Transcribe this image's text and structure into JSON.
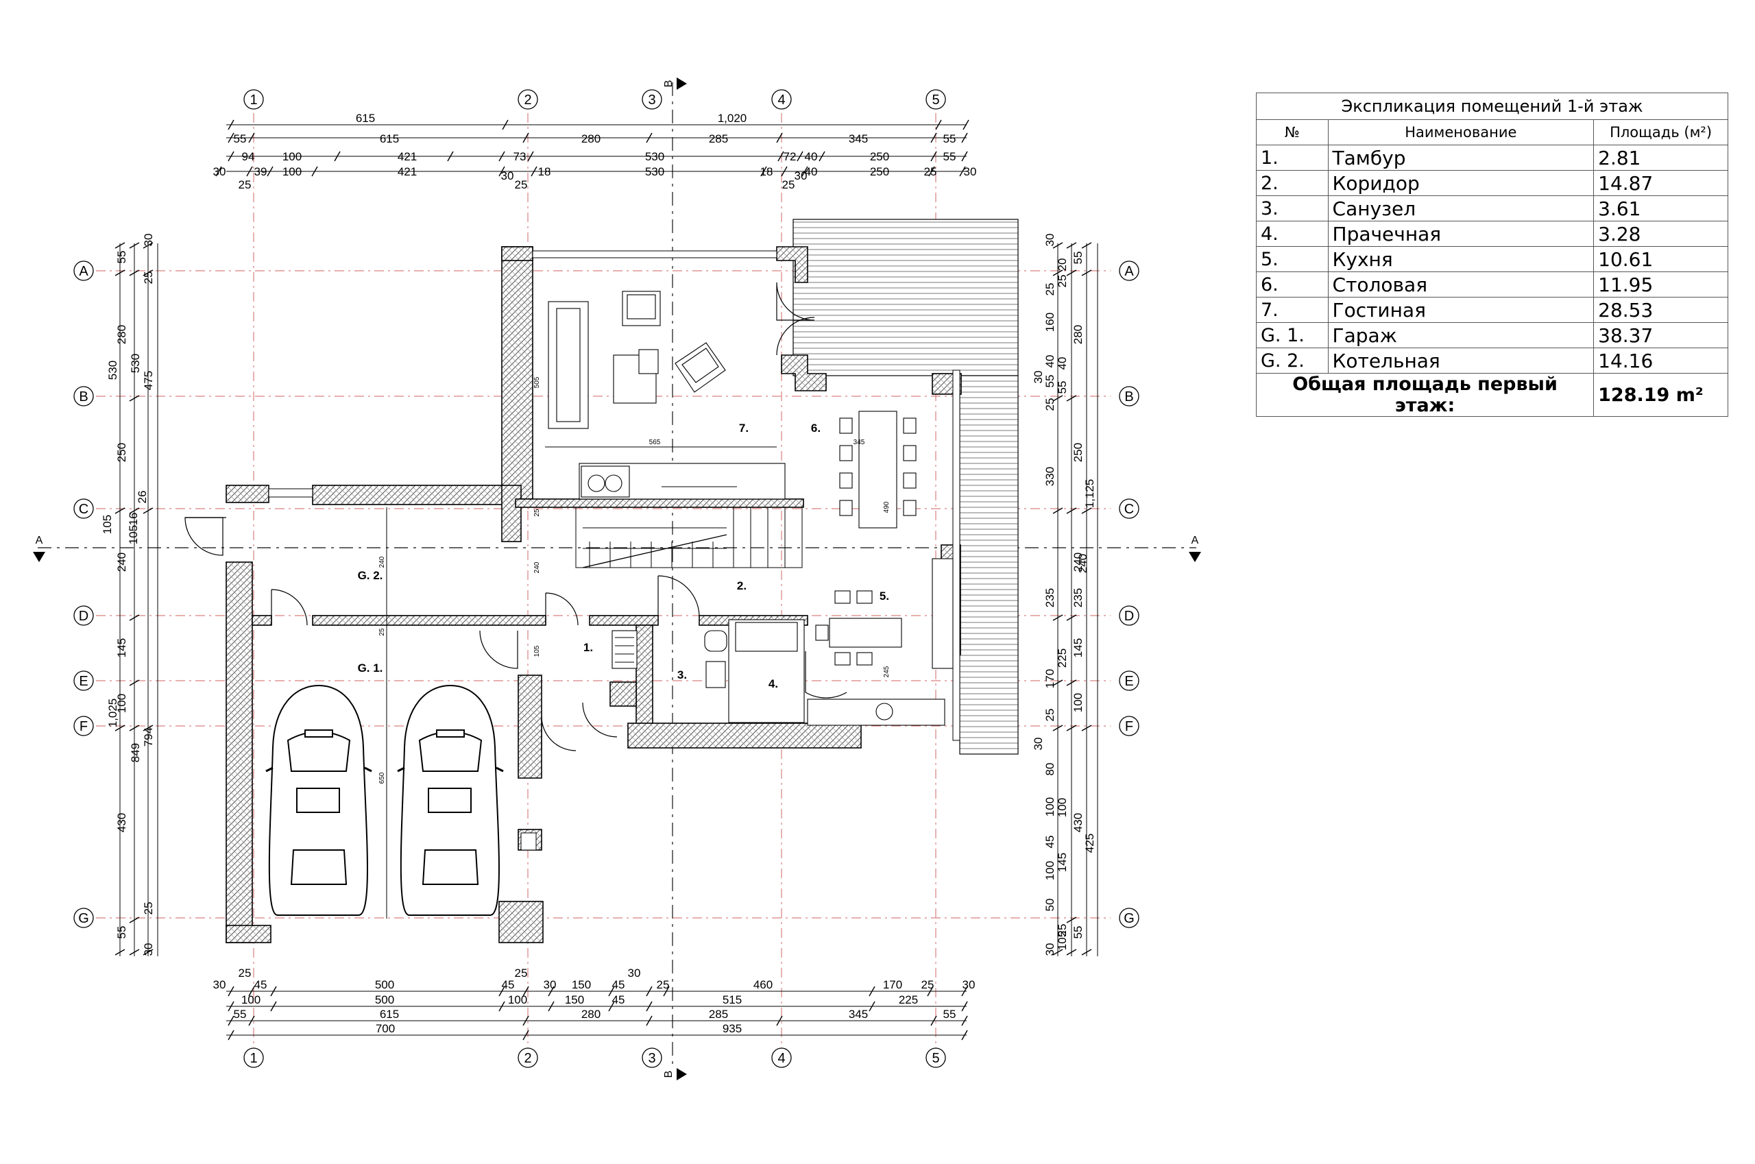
{
  "explication": {
    "title": "Экспликация помещений 1-й этаж",
    "header": {
      "num": "№",
      "name": "Наименование",
      "area": "Площадь (м²)"
    },
    "rows": [
      {
        "num": "1.",
        "name": "Тамбур",
        "area": "2.81"
      },
      {
        "num": "2.",
        "name": "Коридор",
        "area": "14.87"
      },
      {
        "num": "3.",
        "name": "Санузел",
        "area": "3.61"
      },
      {
        "num": "4.",
        "name": "Прачечная",
        "area": "3.28"
      },
      {
        "num": "5.",
        "name": "Кухня",
        "area": "10.61"
      },
      {
        "num": "6.",
        "name": "Столовая",
        "area": "11.95"
      },
      {
        "num": "7.",
        "name": "Гостиная",
        "area": "28.53"
      },
      {
        "num": "G. 1.",
        "name": "Гараж",
        "area": "38.37"
      },
      {
        "num": "G. 2.",
        "name": "Котельная",
        "area": "14.16"
      }
    ],
    "total_label": "Общая площадь первый этаж:",
    "total_value": "128.19 m²"
  },
  "axes": {
    "numbered": [
      "1",
      "2",
      "3",
      "4",
      "5"
    ],
    "lettered": [
      "A",
      "B",
      "C",
      "D",
      "E",
      "F",
      "G"
    ]
  },
  "section_marks": {
    "horizontal": "A",
    "vertical": "B"
  },
  "room_labels": {
    "r1": "1.",
    "r2": "2.",
    "r3": "3.",
    "r4": "4.",
    "r5": "5.",
    "r6": "6.",
    "r7": "7.",
    "g1": "G. 1.",
    "g2": "G. 2."
  },
  "dimensions": {
    "top_overall": [
      "615",
      "1,020"
    ],
    "top_row2": [
      "55",
      "615",
      "280",
      "285",
      "345",
      "55"
    ],
    "top_row3": [
      "94",
      "100",
      "421",
      "73",
      "530",
      "72",
      "40",
      "250",
      "55"
    ],
    "top_row4": [
      "30",
      "39",
      "100",
      "421",
      "30",
      "18",
      "530",
      "18",
      "30",
      "40",
      "250",
      "25",
      "30"
    ],
    "top_row4_sub": [
      "25",
      "25",
      "25"
    ],
    "bottom_row1": [
      "25",
      "25",
      "30"
    ],
    "bottom_row2": [
      "30",
      "45",
      "500",
      "45",
      "30",
      "150",
      "45",
      "25",
      "460",
      "170",
      "25",
      "30"
    ],
    "bottom_row3": [
      "100",
      "500",
      "100",
      "150",
      "45",
      "515",
      "225"
    ],
    "bottom_row4": [
      "55",
      "615",
      "280",
      "285",
      "345",
      "55"
    ],
    "bottom_overall": [
      "700",
      "935"
    ],
    "left_outer": [
      "530",
      "1,025"
    ],
    "left_a": [
      "280",
      "250",
      "240",
      "145",
      "100",
      "430",
      "105",
      "16",
      "105"
    ],
    "left_b": [
      "530",
      "26",
      "849"
    ],
    "left_c": [
      "475",
      "794"
    ],
    "left_d": [
      "55",
      "25",
      "30",
      "25",
      "55",
      "30"
    ],
    "right_a": [
      "30",
      "25",
      "160",
      "40",
      "55",
      "25",
      "30",
      "330",
      "235",
      "170",
      "25",
      "30",
      "80",
      "100",
      "100",
      "50",
      "25",
      "30"
    ],
    "right_b": [
      "20",
      "25",
      "40",
      "55",
      "240",
      "225",
      "100",
      "45",
      "145",
      "105"
    ],
    "right_c": [
      "55",
      "280",
      "250",
      "1,125",
      "240",
      "235",
      "145",
      "100",
      "430",
      "425",
      "55"
    ],
    "interior": [
      "505",
      "565",
      "345",
      "490",
      "240",
      "240",
      "25",
      "25",
      "105",
      "245",
      "650"
    ]
  }
}
